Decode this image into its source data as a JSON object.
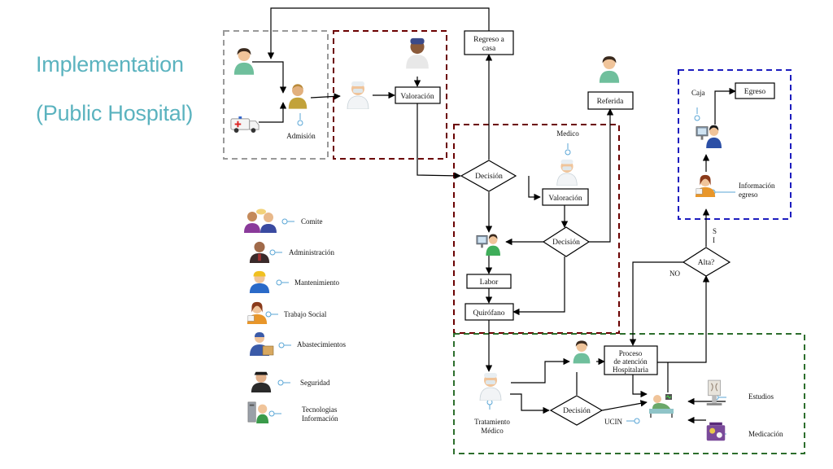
{
  "title": {
    "line1": "Implementation",
    "line2": "(Public Hospital)"
  },
  "colors": {
    "accent": "#5bb3bf",
    "gray_box": "#999999",
    "red_box": "#6b0000",
    "blue_box": "#1d1dbf",
    "green_box": "#2d6e2d",
    "connector": "#5aa6d6"
  },
  "icons": {
    "user": "person-icon",
    "ambulance": "ambulance-icon",
    "doctor": "doctor-icon",
    "computer": "computer-workstation-icon"
  },
  "flow": {
    "admision": "Admisión",
    "valoracion": "Valoración",
    "regreso": [
      "Regreso a",
      "casa"
    ],
    "referida": "Referida",
    "medico": "Medico",
    "decision": "Decisión",
    "labor": "Labor",
    "quirofano": "Quirófano",
    "proceso": [
      "Proceso",
      "de atención",
      "Hospitalaria"
    ],
    "tratamiento": [
      "Tratamiento",
      "Médico"
    ],
    "ucin": "UCIN",
    "estudios": "Estudios",
    "medicacion": "Medicación",
    "alta": "Alta?",
    "no": "NO",
    "si": [
      "S",
      "I"
    ],
    "caja": "Caja",
    "egreso": "Egreso",
    "informacion_egreso": [
      "Información",
      "egreso"
    ]
  },
  "legend": [
    {
      "label": "Comite",
      "icon": "committee-icon"
    },
    {
      "label": "Administración",
      "icon": "admin-icon"
    },
    {
      "label": "Mantenimiento",
      "icon": "maintenance-icon"
    },
    {
      "label": "Trabajo Social",
      "icon": "social-work-icon"
    },
    {
      "label": "Abastecimientos",
      "icon": "supplies-icon"
    },
    {
      "label": "Seguridad",
      "icon": "security-icon"
    },
    {
      "label": "Tecnologias",
      "label2": "Información",
      "icon": "it-icon"
    }
  ]
}
